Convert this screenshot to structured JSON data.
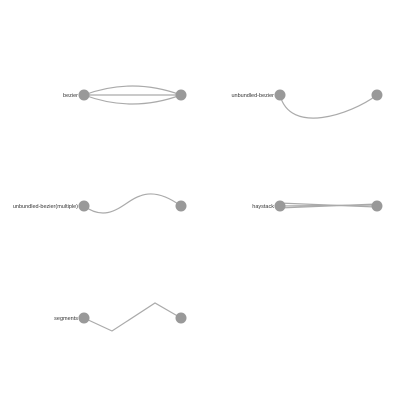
{
  "colors": {
    "background": "#ffffff",
    "node": "#999999",
    "edge": "#aaaaaa",
    "label": "#333333"
  },
  "graphs": [
    {
      "label": "bezier",
      "edge_style": "bezier",
      "edge_count": 3
    },
    {
      "label": "unbundled-bezier",
      "edge_style": "unbundled-bezier",
      "edge_count": 1
    },
    {
      "label": "unbundled-bezier(multiple)",
      "edge_style": "unbundled-bezier-multiple",
      "edge_count": 1
    },
    {
      "label": "haystack",
      "edge_style": "haystack",
      "edge_count": 3
    },
    {
      "label": "segments",
      "edge_style": "segments",
      "edge_count": 1
    }
  ]
}
